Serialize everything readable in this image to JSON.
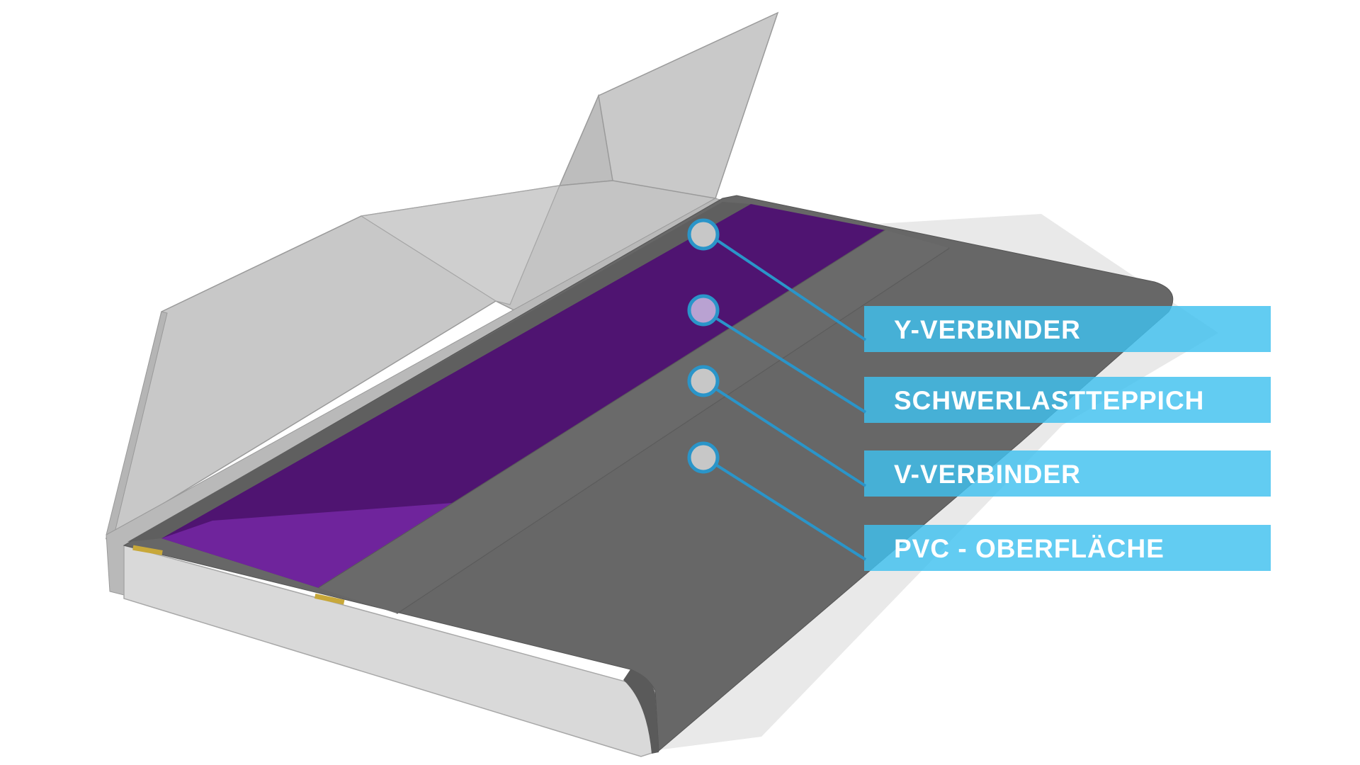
{
  "diagram": {
    "colors": {
      "background": "#ffffff",
      "wall_light": "#c8c8c8",
      "wall_side": "#d6d6d6",
      "floor_dark": "#666666",
      "floor_edge": "#555555",
      "carpet_purple": "#4e1470",
      "carpet_purple_light": "#6f249c",
      "shadow": "#e8e8e8",
      "label_fill": "#3fc1ef",
      "leader_line": "#2a95c9",
      "marker_grey": "#c6c6c6",
      "marker_highlight": "#b9a2d2"
    },
    "labels": [
      {
        "text": "Y-VERBINDER"
      },
      {
        "text": "SCHWERLASTTEPPICH"
      },
      {
        "text": "V-VERBINDER"
      },
      {
        "text": "PVC - OBERFLÄCHE"
      }
    ]
  }
}
